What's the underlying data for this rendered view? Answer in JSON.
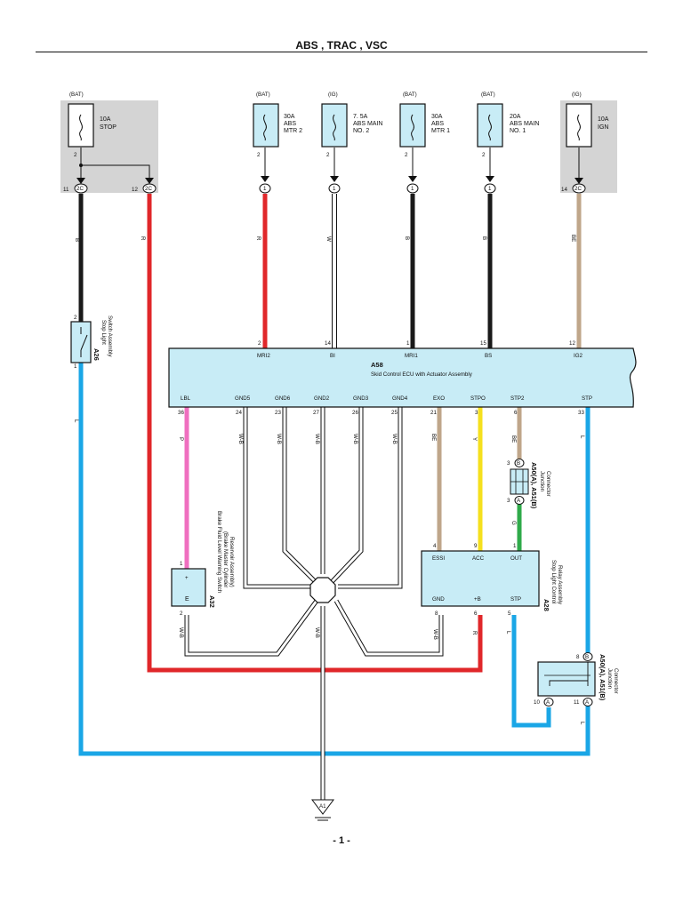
{
  "page": {
    "title": "ABS , TRAC , VSC",
    "page_number": "- 1 -"
  },
  "fuses": [
    {
      "source": "(BAT)",
      "rating": "10A",
      "name": "STOP",
      "pin": "2",
      "grey": true
    },
    {
      "source": "(BAT)",
      "rating": "30A",
      "name": "ABS MTR 2",
      "name1": "ABS",
      "name2": "MTR 2",
      "pin": "2"
    },
    {
      "source": "(IG)",
      "rating": "7. 5A",
      "name1": "ABS MAIN",
      "name2": "NO. 2",
      "pin": "2"
    },
    {
      "source": "(BAT)",
      "rating": "30A",
      "name1": "ABS",
      "name2": "MTR 1",
      "pin": "2"
    },
    {
      "source": "(BAT)",
      "rating": "20A",
      "name1": "ABS MAIN",
      "name2": "NO. 1",
      "pin": "2"
    },
    {
      "source": "(IG)",
      "rating": "10A",
      "name1": "IGN",
      "pin": "",
      "grey": true
    }
  ],
  "connectors": {
    "stop_a": {
      "pin": "11",
      "label": "2C"
    },
    "stop_b": {
      "pin": "12",
      "label": "2C"
    },
    "ign": {
      "pin": "14",
      "label": "2C"
    },
    "fuse_pin": "1"
  },
  "wire_colors": {
    "B": "#1a1a1a",
    "R": "#e0272a",
    "W": "#ffffff",
    "BE": "#bfa68a",
    "L": "#1aa6e6",
    "P": "#ef6fbf",
    "Y": "#f5e01e",
    "G": "#2faa4a",
    "W-B": "#ffffff"
  },
  "wire_labels": {
    "stop_b": "B",
    "stop_r": "R",
    "mtr2": "R",
    "main2": "W",
    "mtr1": "B",
    "main1": "B",
    "ign": "BE",
    "stop_l": "L",
    "lbl": "P",
    "gnd5": "W-B",
    "gnd6": "W-B",
    "gnd2": "W-B",
    "gnd3": "W-B",
    "gnd4": "W-B",
    "exo": "BE",
    "stpo": "Y",
    "stp2": "BE",
    "jc_g": "G",
    "stp": "L",
    "a32_e": "W-B",
    "a32_e2": "W-B",
    "relay_gnd": "W-B",
    "relay_b": "R",
    "relay_stp": "L",
    "stp_l2": "L"
  },
  "ecu": {
    "code": "A58",
    "name": "Skid Control ECU with Actuator Assembly",
    "top_pins": [
      {
        "pin": "2",
        "name": "MRI2"
      },
      {
        "pin": "14",
        "name": "BI"
      },
      {
        "pin": "1",
        "name": "MRI1"
      },
      {
        "pin": "15",
        "name": "BS"
      },
      {
        "pin": "12",
        "name": "IG2"
      }
    ],
    "bottom_pins": [
      {
        "pin": "36",
        "name": "LBL"
      },
      {
        "pin": "24",
        "name": "GND5"
      },
      {
        "pin": "23",
        "name": "GND6"
      },
      {
        "pin": "27",
        "name": "GND2"
      },
      {
        "pin": "26",
        "name": "GND3"
      },
      {
        "pin": "25",
        "name": "GND4"
      },
      {
        "pin": "21",
        "name": "EXO"
      },
      {
        "pin": "3",
        "name": "STPO"
      },
      {
        "pin": "6",
        "name": "STP2"
      },
      {
        "pin": "33",
        "name": "STP"
      }
    ]
  },
  "stop_switch": {
    "code": "A26",
    "line1": "Stop Light",
    "line2": "Switch Assembly",
    "pin_top": "2",
    "pin_bottom": "1"
  },
  "brake_switch": {
    "code": "A32",
    "line1": "Brake Fluid Level Warning Switch",
    "line2": "(Brake Master Cylinder",
    "line3": "Reservoir Assembly)",
    "pin_plus": "1",
    "plus": "+",
    "pin_e": "2",
    "e": "E"
  },
  "junction_upper": {
    "code": "A50(A), A51(B)",
    "line1": "Junction",
    "line2": "Connector",
    "pin_b": "3",
    "label_b": "B",
    "pin_a": "3",
    "label_a": "A"
  },
  "relay": {
    "code": "A28",
    "line1": "Stop Light Control",
    "line2": "Relay Assembly",
    "top": [
      {
        "pin": "4",
        "name": "ESSI"
      },
      {
        "pin": "9",
        "name": "ACC"
      },
      {
        "pin": "1",
        "name": "OUT"
      }
    ],
    "bottom": [
      {
        "pin": "8",
        "name": "GND"
      },
      {
        "pin": "6",
        "name": "+B"
      },
      {
        "pin": "5",
        "name": "STP"
      }
    ]
  },
  "junction_lower": {
    "code": "A50(A), A51(B)",
    "line1": "Junction",
    "line2": "Connector",
    "pin_b": "8",
    "label_b": "B",
    "pin_a1": "10",
    "label_a1": "A",
    "pin_a2": "11",
    "label_a2": "A"
  },
  "ground": {
    "label": "A1"
  }
}
